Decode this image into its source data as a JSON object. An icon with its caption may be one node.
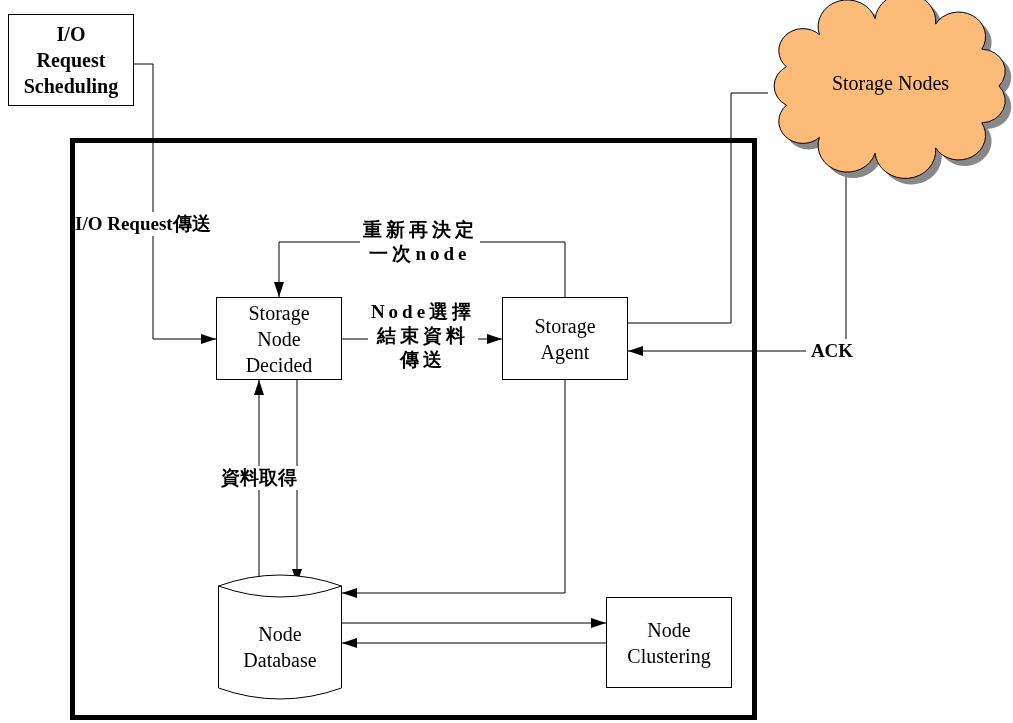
{
  "diagram": {
    "nodes": [
      {
        "text": [
          "I/O Request Scheduling"
        ]
      },
      {
        "text": [],
        "shape": "box"
      },
      {
        "text": [
          "Storage Node Decided"
        ],
        "in": 1
      },
      {
        "text": [
          "Storage Agent"
        ],
        "in": 1
      },
      {
        "text": [
          "Storage Nodes"
        ]
      },
      {
        "text": [
          "Node Database"
        ],
        "in": 1
      },
      {
        "text": [
          "Node Clustering"
        ],
        "in": 1
      }
    ],
    "edges": [
      {
        "from": 0,
        "to": 2,
        "arrow": "to",
        "label": "I/O Request傳送"
      },
      {
        "from": 3,
        "to": 2,
        "arrow": "to",
        "label": "重新再決定一次node"
      },
      {
        "from": 2,
        "to": 3,
        "arrow": "to",
        "label": "Node選擇結束資料傳送"
      },
      {
        "from": 3,
        "to": 4,
        "arrow": "none"
      },
      {
        "from": 4,
        "to": 3,
        "arrow": "to",
        "label": "ACK"
      },
      {
        "from": 5,
        "to": 2,
        "arrow": "to",
        "label": "資料取得"
      },
      {
        "from": 2,
        "to": 5,
        "arrow": "to"
      },
      {
        "from": 3,
        "to": 5,
        "arrow": "to"
      },
      {
        "from": 5,
        "to": 6,
        "arrow": "to"
      },
      {
        "from": 6,
        "to": 5,
        "arrow": "to"
      }
    ]
  }
}
